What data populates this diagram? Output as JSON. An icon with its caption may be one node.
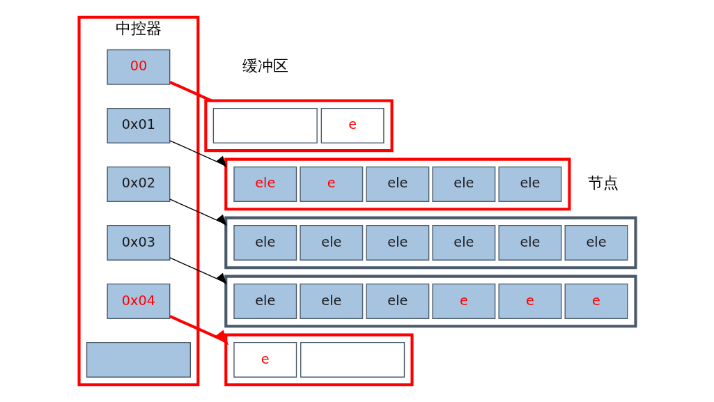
{
  "diagram": {
    "nodes": [
      {
        "text": [
          "中控器"
        ]
      },
      {
        "text": [
          "00"
        ],
        "in": 0
      },
      {
        "text": [
          "0x01"
        ],
        "in": 0
      },
      {
        "text": [
          "0x02"
        ],
        "in": 0
      },
      {
        "text": [
          "0x03"
        ],
        "in": 0
      },
      {
        "text": [
          "0x04"
        ],
        "in": 0
      },
      {
        "text": [],
        "shape": "box",
        "in": 0
      },
      {
        "text": [],
        "shape": "box"
      },
      {
        "text": [],
        "shape": "box",
        "in": 7
      },
      {
        "text": [
          "e"
        ],
        "in": 7
      },
      {
        "text": [],
        "shape": "box"
      },
      {
        "text": [
          "ele"
        ],
        "in": 10
      },
      {
        "text": [
          "e"
        ],
        "in": 10
      },
      {
        "text": [
          "ele"
        ],
        "in": 10
      },
      {
        "text": [
          "ele"
        ],
        "in": 10
      },
      {
        "text": [
          "ele"
        ],
        "in": 10
      },
      {
        "text": [],
        "shape": "box"
      },
      {
        "text": [
          "ele"
        ],
        "in": 16
      },
      {
        "text": [
          "ele"
        ],
        "in": 16
      },
      {
        "text": [
          "ele"
        ],
        "in": 16
      },
      {
        "text": [
          "ele"
        ],
        "in": 16
      },
      {
        "text": [
          "ele"
        ],
        "in": 16
      },
      {
        "text": [
          "ele"
        ],
        "in": 16
      },
      {
        "text": [],
        "shape": "box"
      },
      {
        "text": [
          "ele"
        ],
        "in": 23
      },
      {
        "text": [
          "ele"
        ],
        "in": 23
      },
      {
        "text": [
          "ele"
        ],
        "in": 23
      },
      {
        "text": [
          "e"
        ],
        "in": 23
      },
      {
        "text": [
          "e"
        ],
        "in": 23
      },
      {
        "text": [
          "e"
        ],
        "in": 23
      },
      {
        "text": [],
        "shape": "box"
      },
      {
        "text": [
          "e"
        ],
        "in": 30
      },
      {
        "text": [],
        "shape": "box",
        "in": 30
      }
    ],
    "edges": [
      {
        "from": 1,
        "to": 7,
        "arrow": "none",
        "style": "thick",
        "color": "#ff0000"
      },
      {
        "from": 2,
        "to": 10,
        "arrow": "to"
      },
      {
        "from": 3,
        "to": 16,
        "arrow": "to"
      },
      {
        "from": 4,
        "to": 23,
        "arrow": "to"
      },
      {
        "from": 5,
        "to": 30,
        "arrow": "to",
        "style": "thick",
        "color": "#ff0000"
      }
    ],
    "labels": [
      "缓冲区",
      "节点"
    ]
  }
}
